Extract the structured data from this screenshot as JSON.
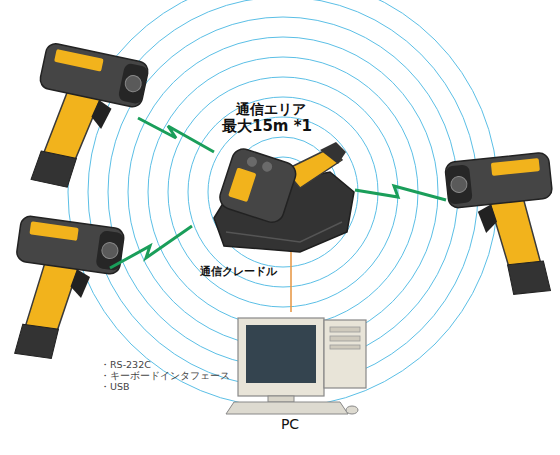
{
  "diagram": {
    "nodes": [
      {
        "text": [
          "通信クレードル"
        ]
      },
      {
        "text": [
          "PC"
        ]
      }
    ],
    "edges": [
      {
        "from": 0,
        "to": 1,
        "arrow": "none"
      }
    ],
    "labels": [
      "通信エリア",
      "最大15m *1",
      "・RS-232C",
      "・キーボードインタフェース",
      "・USB"
    ]
  }
}
